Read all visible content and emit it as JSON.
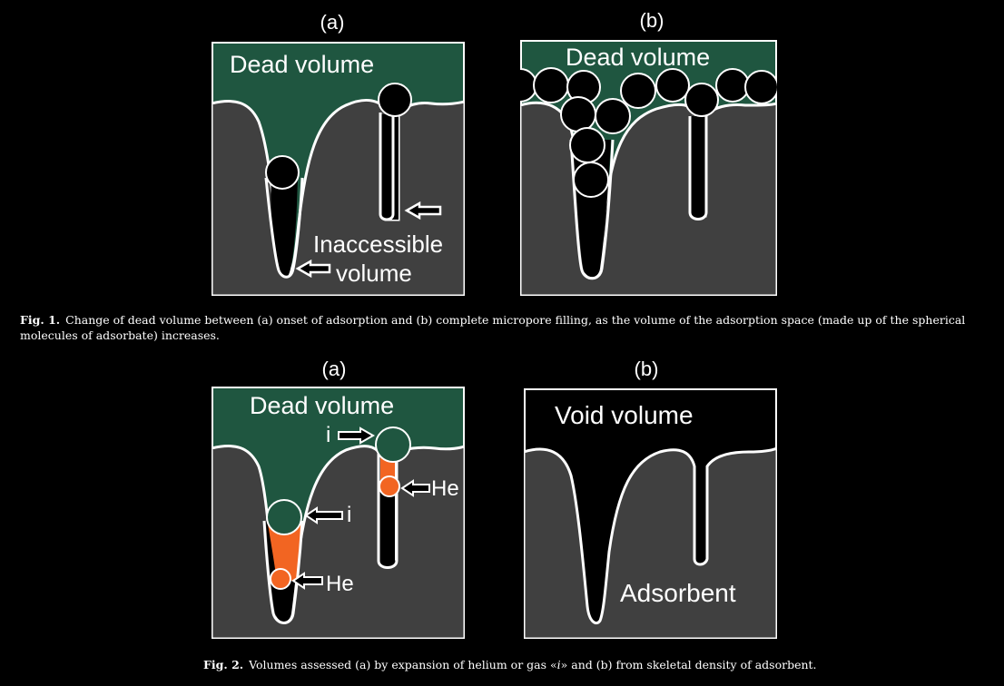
{
  "fig1": {
    "panel_a_label": "(a)",
    "panel_b_label": "(b)",
    "panel_a": {
      "dead_volume": "Dead volume",
      "inaccessible_line1": "Inaccessible",
      "inaccessible_line2": "volume"
    },
    "panel_b": {
      "dead_volume": "Dead volume"
    },
    "caption_label": "Fig. 1.",
    "caption_text": "Change of dead volume between (a) onset of adsorption and (b) complete micropore filling, as the volume of the adsorption space (made up of the spherical molecules of adsorbate) increases."
  },
  "fig2": {
    "panel_a_label": "(a)",
    "panel_b_label": "(b)",
    "panel_a": {
      "dead_volume": "Dead volume",
      "gas_i_top": "i",
      "gas_i": "i",
      "helium_right": "He",
      "helium_bottom": "He"
    },
    "panel_b": {
      "void_volume": "Void volume",
      "adsorbent": "Adsorbent"
    },
    "caption_label": "Fig. 2.",
    "caption_text_before": "Volumes assessed (a) by expansion of helium or gas «",
    "caption_italic": "i",
    "caption_text_after": "» and (b) from skeletal density of adsorbent."
  },
  "colors": {
    "dead_volume": "#1f5640",
    "adsorbent": "#404040",
    "helium": "#f26522",
    "outline": "#ffffff",
    "background": "#000000"
  }
}
